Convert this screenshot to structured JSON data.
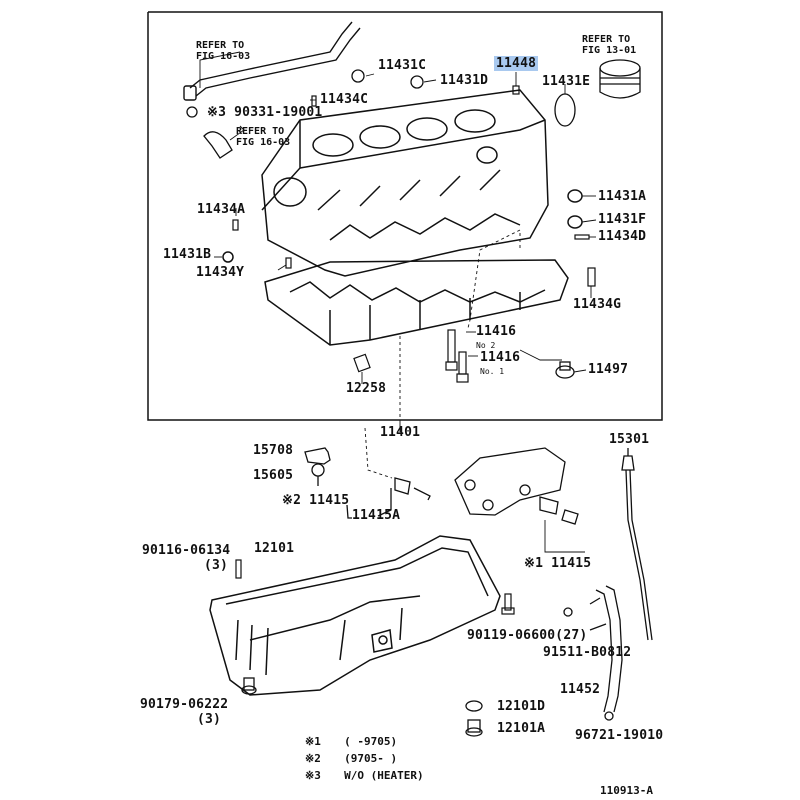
{
  "parts": {
    "refer_fig_16_03_top": [
      "REFER TO",
      "FIG 16-03"
    ],
    "refer_fig_16_03_mid": [
      "REFER TO",
      "FIG 16-03"
    ],
    "refer_fig_13_01": [
      "REFER TO",
      "FIG 13-01"
    ],
    "p11431C": "11431C",
    "p11431D": "11431D",
    "p11448": "11448",
    "p11431E": "11431E",
    "p90331": "※3 90331-19001",
    "p11434C": "11434C",
    "p11434A": "11434A",
    "p11431A": "11431A",
    "p11431F": "11431F",
    "p11434D": "11434D",
    "p11431B": "11431B",
    "p11434Y": "11434Y",
    "p11434G": "11434G",
    "p11416_2": "11416",
    "p11416_2_note": "No 2",
    "p11416_1": "11416",
    "p11416_1_note": "No. 1",
    "p11497": "11497",
    "p12258": "12258",
    "p11401": "11401",
    "p15708": "15708",
    "p15605": "15605",
    "p11415_l": "※2 11415",
    "p11415A": "11415A",
    "p11415_r": "※1 11415",
    "p15301": "15301",
    "p90116": "90116-06134",
    "p90116_qty": "(3)",
    "p12101": "12101",
    "p90119": "90119-06600(27)",
    "p91511": "91511-B0812",
    "p11452": "11452",
    "p90179": "90179-06222",
    "p90179_qty": "(3)",
    "p12101D": "12101D",
    "p12101A": "12101A",
    "p96721": "96721-19010"
  },
  "footnotes": [
    {
      "mark": "※1",
      "text": "(      -9705)"
    },
    {
      "mark": "※2",
      "text": "(9705-    )"
    },
    {
      "mark": "※3",
      "text": "W/O (HEATER)"
    }
  ],
  "figure_id": "110913-A"
}
